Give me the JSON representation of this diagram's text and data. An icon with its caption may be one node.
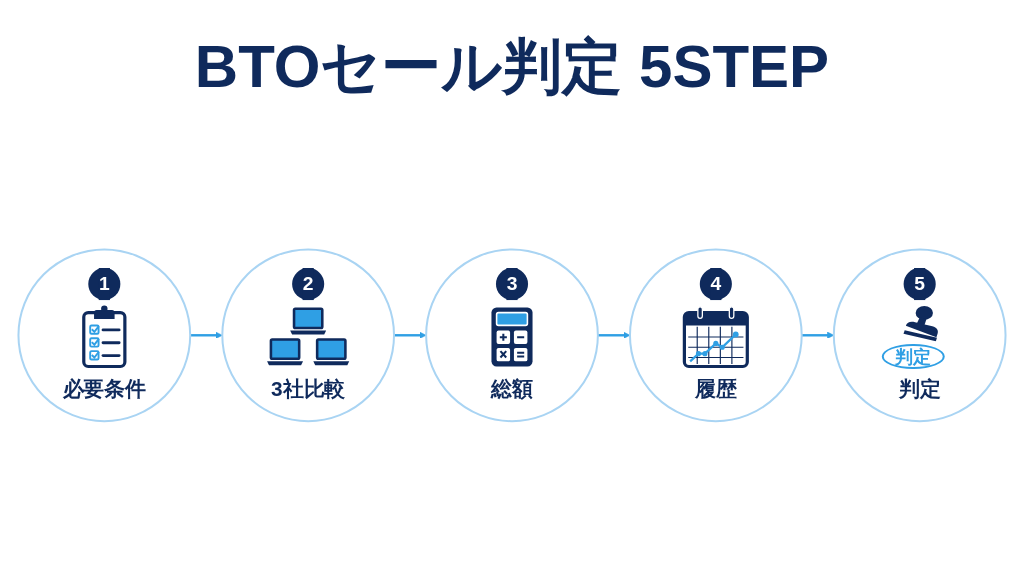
{
  "diagram": {
    "title": "BTOセール判定 5STEP",
    "nodes": [
      {
        "text": [
          "1",
          "必要条件"
        ]
      },
      {
        "text": [
          "2",
          "3社比較"
        ]
      },
      {
        "text": [
          "3",
          "総額"
        ]
      },
      {
        "text": [
          "4",
          "履歴"
        ]
      },
      {
        "text": [
          "5",
          "判定"
        ]
      }
    ],
    "edges": [
      {
        "from": 0,
        "to": 1,
        "arrow": "to"
      },
      {
        "from": 1,
        "to": 2,
        "arrow": "to"
      },
      {
        "from": 2,
        "to": 3,
        "arrow": "to"
      },
      {
        "from": 3,
        "to": 4,
        "arrow": "to"
      }
    ],
    "labels": [
      "判定"
    ]
  }
}
